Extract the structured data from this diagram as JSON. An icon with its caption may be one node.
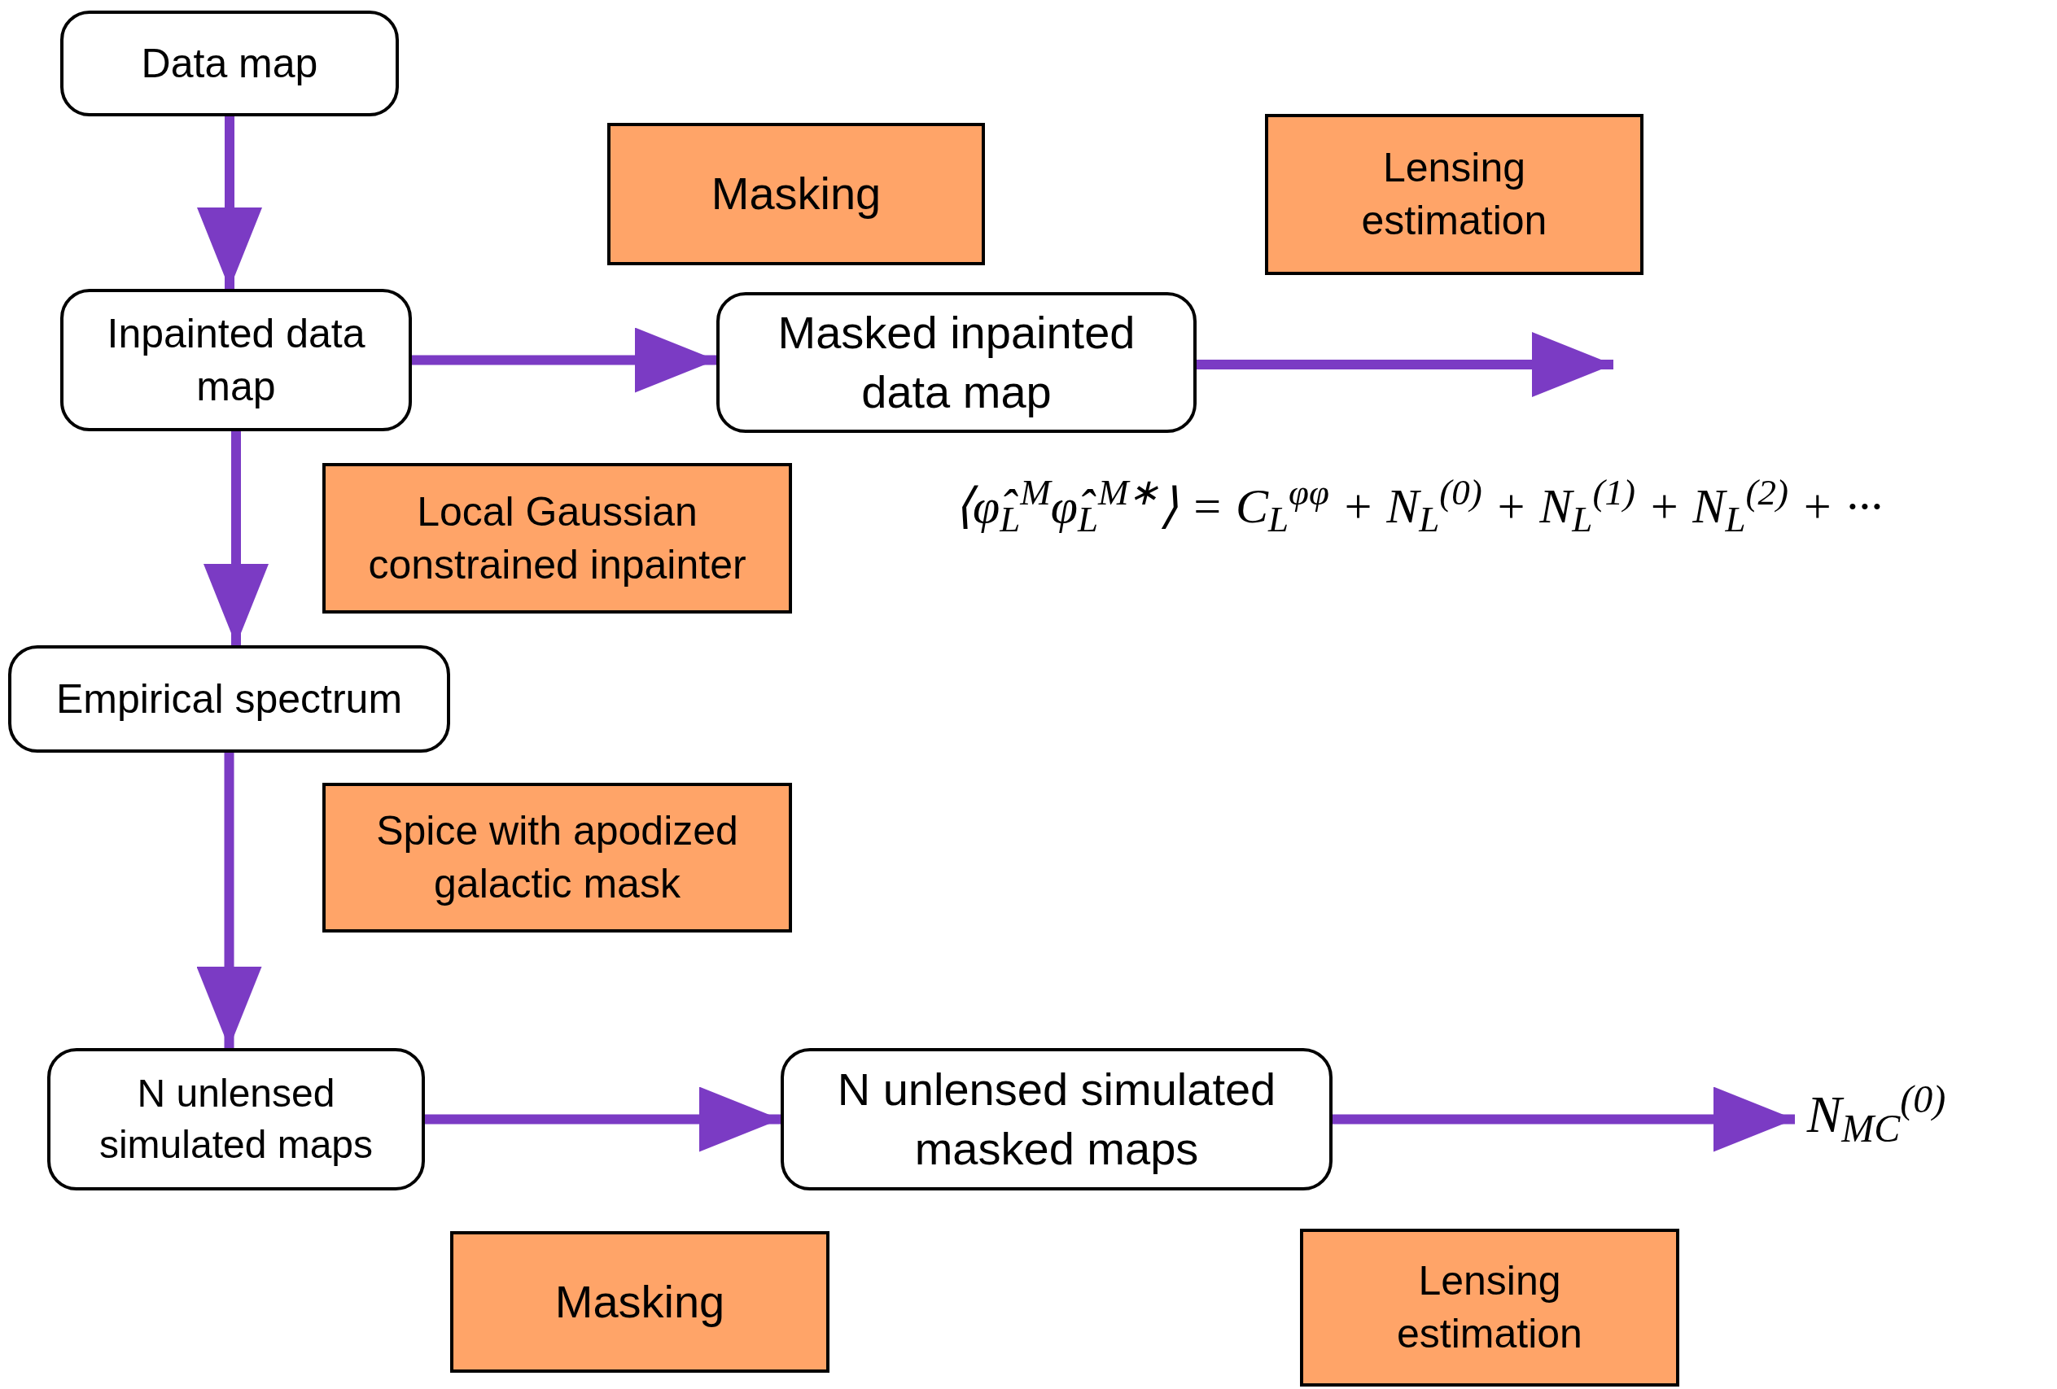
{
  "diagram": {
    "nodes": [
      {
        "text": [
          "Data map"
        ]
      },
      {
        "text": [
          "Masking"
        ]
      },
      {
        "text": [
          "Lensing estimation"
        ]
      },
      {
        "text": [
          "Inpainted data map"
        ]
      },
      {
        "text": [
          "Masked inpainted data map"
        ]
      },
      {
        "text": [
          "Local Gaussian constrained inpainter"
        ]
      },
      {
        "text": [
          "Empirical spectrum"
        ]
      },
      {
        "text": [
          "Spice with apodized galactic mask"
        ]
      },
      {
        "text": [
          "N unlensed simulated maps"
        ]
      },
      {
        "text": [
          "N unlensed simulated masked maps"
        ]
      },
      {
        "text": [
          "N$_{MC}$$^{(0)}$"
        ]
      },
      {
        "text": [
          "Masking"
        ]
      },
      {
        "text": [
          "Lensing estimation"
        ]
      }
    ],
    "edges": [
      {
        "from": 0,
        "to": 3,
        "arrow": "to"
      },
      {
        "from": 3,
        "to": 4,
        "arrow": "to"
      },
      {
        "from": 4,
        "to": null,
        "arrow": "to"
      },
      {
        "from": 3,
        "to": 6,
        "arrow": "to"
      },
      {
        "from": 6,
        "to": 8,
        "arrow": "to"
      },
      {
        "from": 8,
        "to": 9,
        "arrow": "to"
      },
      {
        "from": 9,
        "to": 10,
        "arrow": "to"
      }
    ],
    "labels": [
      "⟨φ̂$_{L}$$^{M}$φ̂$_{L}$$^{M∗}$⟩ = C$_{L}$$^{φφ}$ + N$_{L}$$^{(0)}$ + N$_{L}$$^{(1)}$ + N$_{L}$$^{(2)}$ + ···"
    ]
  }
}
